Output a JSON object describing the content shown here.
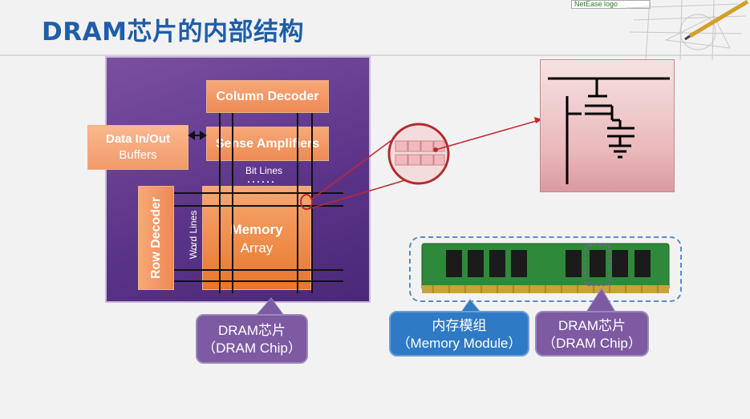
{
  "title": "DRAM芯片的内部结构",
  "top_logo": "NetEase logo",
  "chip": {
    "buffers_line1": "Data In/Out",
    "buffers_line2": "Buffers",
    "column_decoder": "Column Decoder",
    "sense_amplifiers": "Sense Amplifiers",
    "row_decoder": "Row Decoder",
    "bit_lines": "Bit Lines",
    "word_lines": "Word Lines",
    "memory_line1": "Memory",
    "memory_line2": "Array"
  },
  "callouts": {
    "chip_line1": "DRAM芯片",
    "chip_line2": "（DRAM Chip）",
    "module_line1": "内存模组",
    "module_line2": "（Memory Module）",
    "chip2_line1": "DRAM芯片",
    "chip2_line2": "（DRAM Chip）"
  },
  "colors": {
    "title": "#1f5ea8",
    "chip_bg": "#5a3388",
    "block_orange": "#ee8a55",
    "callout_purple": "#7d5aa2",
    "callout_blue": "#2f7ac4",
    "pointer_red": "#c0282f"
  }
}
